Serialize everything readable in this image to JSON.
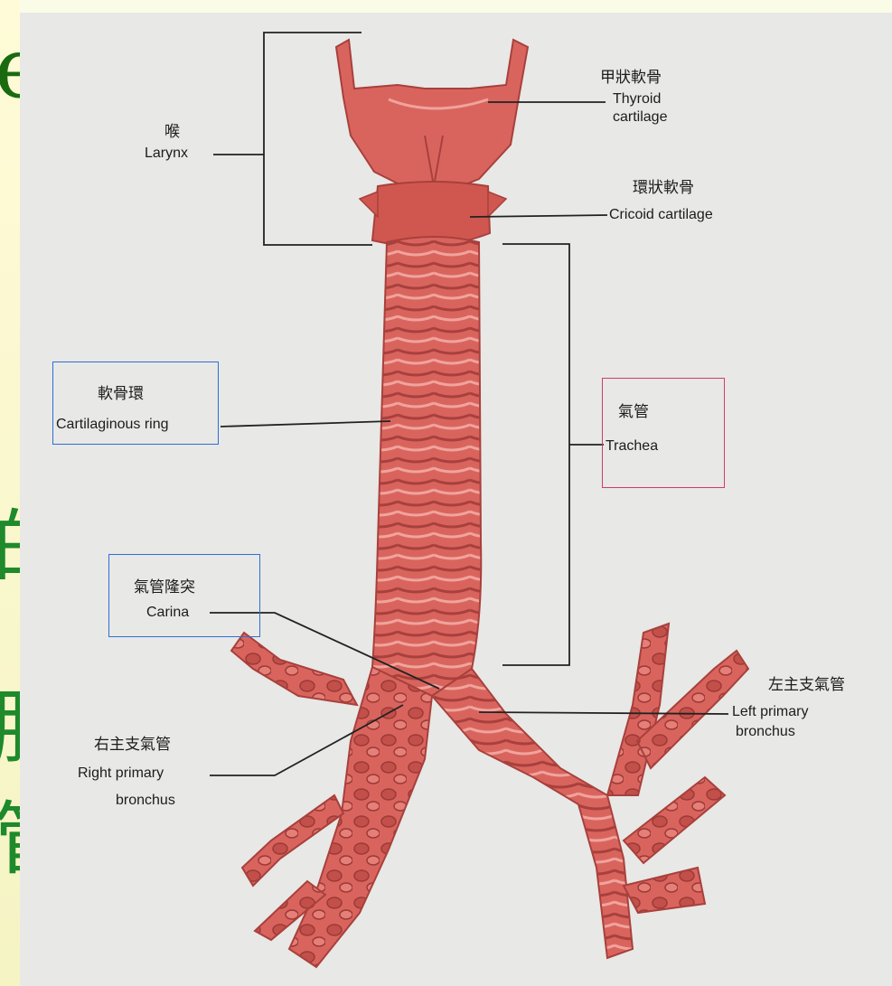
{
  "slide": {
    "title_fragment": "ea)",
    "cropped_chars": [
      "的",
      "腔",
      "管"
    ]
  },
  "labels": {
    "thyroid": {
      "zh": "甲狀軟骨",
      "en1": "Thyroid",
      "en2": "cartilage"
    },
    "larynx": {
      "zh": "喉",
      "en": "Larynx"
    },
    "cricoid": {
      "zh": "環狀軟骨",
      "en": "Cricoid cartilage"
    },
    "cartilaginous_ring": {
      "zh": "軟骨環",
      "en": "Cartilaginous ring"
    },
    "trachea": {
      "zh": "氣管",
      "en": "Trachea"
    },
    "carina": {
      "zh": "氣管隆突",
      "en": "Carina"
    },
    "left_bronchus": {
      "zh": "左主支氣管",
      "en1": "Left primary",
      "en2": "bronchus"
    },
    "right_bronchus": {
      "zh": "右主支氣管",
      "en1": "Right primary",
      "en2": "bronchus"
    }
  },
  "colors": {
    "tissue": "#d9645e",
    "tissue_dark": "#a8403c",
    "slide_text_green": "#1f8a2b",
    "highlight_blue": "#2d6fd8",
    "highlight_pink": "#d23b6c"
  }
}
